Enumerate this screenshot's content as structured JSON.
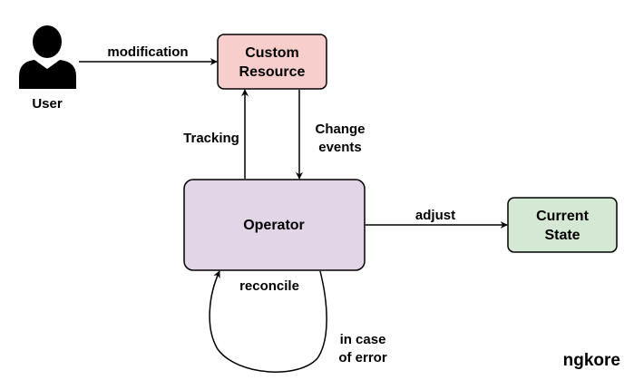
{
  "nodes": {
    "user": {
      "label": "User",
      "icon": "person-icon"
    },
    "custom_resource": {
      "line1": "Custom",
      "line2": "Resource",
      "fill": "#f8cecc"
    },
    "operator": {
      "label": "Operator",
      "fill": "#e1d5e7"
    },
    "current_state": {
      "line1": "Current",
      "line2": "State",
      "fill": "#d5e8d4"
    }
  },
  "edges": {
    "modification": "modification",
    "tracking": "Tracking",
    "change_events_line1": "Change",
    "change_events_line2": "events",
    "adjust": "adjust",
    "reconcile": "reconcile",
    "error_line1": "in case",
    "error_line2": "of error"
  },
  "brand": "ngkore",
  "colors": {
    "stroke": "#000000"
  }
}
